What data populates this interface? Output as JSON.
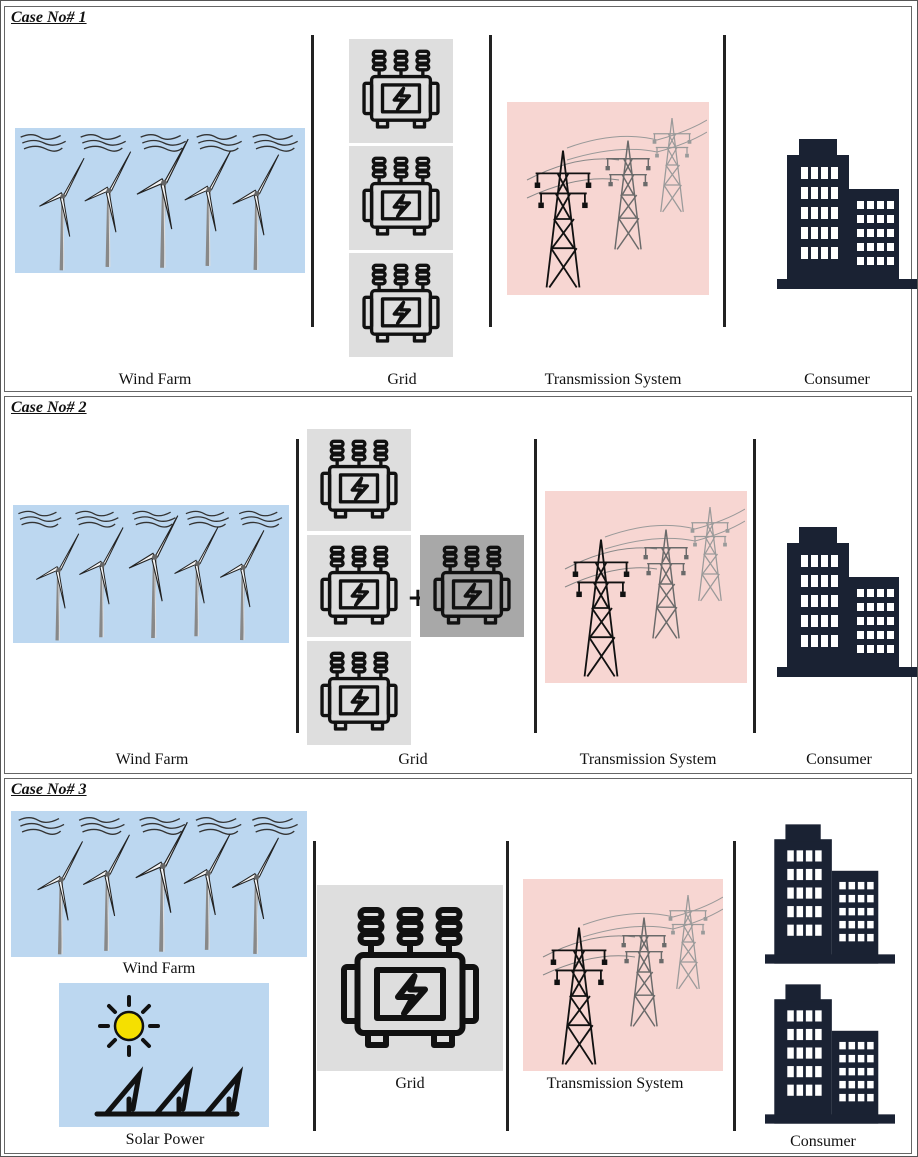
{
  "cases": [
    {
      "title": "Case No# 1",
      "labels": {
        "wind": "Wind Farm",
        "grid": "Grid",
        "transmission": "Transmission System",
        "consumer": "Consumer"
      }
    },
    {
      "title": "Case No# 2",
      "labels": {
        "wind": "Wind Farm",
        "grid": "Grid",
        "transmission": "Transmission System",
        "consumer": "Consumer"
      },
      "plus": "+"
    },
    {
      "title": "Case No# 3",
      "labels": {
        "wind": "Wind Farm",
        "solar": "Solar Power",
        "grid": "Grid",
        "transmission": "Transmission System",
        "consumer": "Consumer"
      }
    }
  ],
  "colors": {
    "wind_bg": "#bcd7f0",
    "tower_bg": "#f7d6d2",
    "grid_tile": "#dedede",
    "grid_tile_extra": "#a8a8a8",
    "building": "#1a2233",
    "sun": "#f5e000"
  },
  "icons": [
    "wind-turbine-icon",
    "transformer-icon",
    "transmission-tower-icon",
    "building-icon",
    "sun-icon",
    "solar-panel-icon"
  ]
}
